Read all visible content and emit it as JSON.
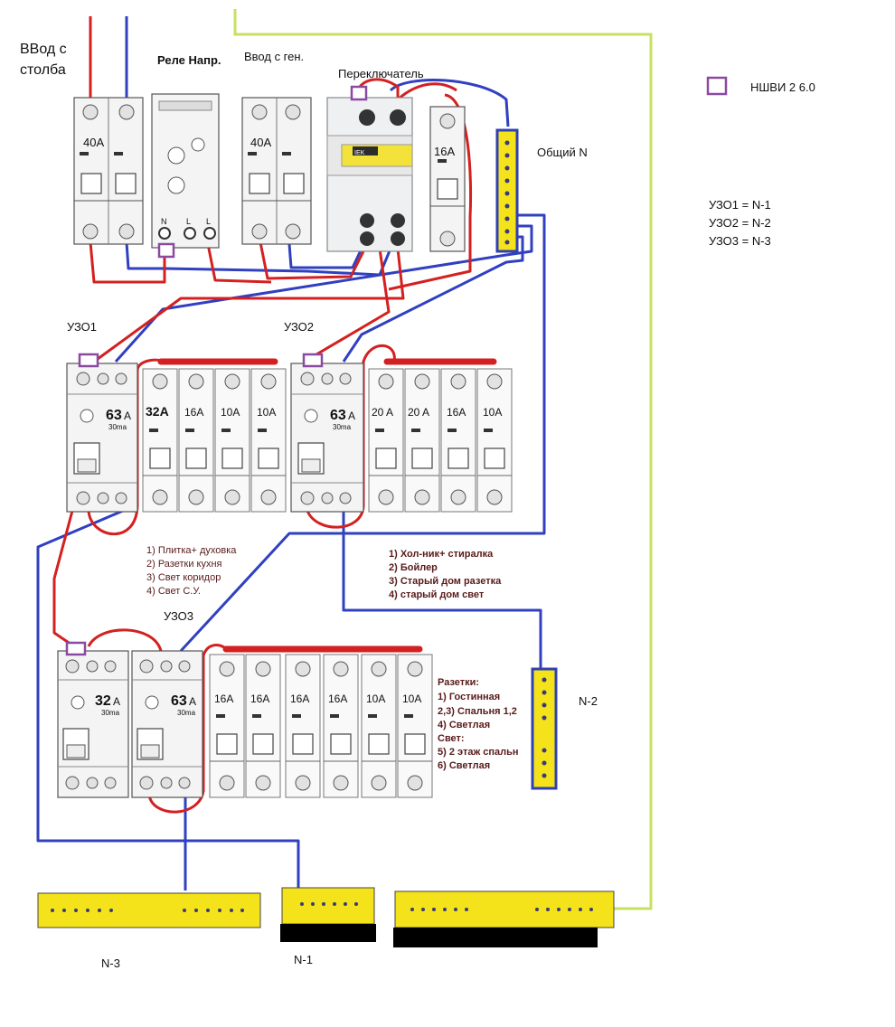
{
  "labels": {
    "input_pole_1": "ВВод с",
    "input_pole_2": "столба",
    "relay": "Реле Напр.",
    "gen_input": "Ввод с ген.",
    "switch": "Переключатель",
    "legend_ferrule": "НШВИ 2 6.0",
    "common_n": "Общий N",
    "rcd1": "УЗО1",
    "rcd2": "УЗО2",
    "rcd3": "УЗО3",
    "n1": "N-1",
    "n2": "N-2",
    "n3": "N-3"
  },
  "mapping": [
    "УЗО1 = N-1",
    "УЗО2 = N-2",
    "УЗО3 = N-3"
  ],
  "top_breakers": {
    "pole_input": "40A",
    "gen_input": "40A",
    "single": "16A",
    "relay_terminals": [
      "N",
      "L",
      "L"
    ]
  },
  "rcd_rating": {
    "rcd1_amp": "63",
    "rcd1_unit": "A",
    "rcd1_ma": "30ma",
    "rcd2_amp": "63",
    "rcd2_unit": "A",
    "rcd2_ma": "30ma",
    "rcd3a_amp": "32",
    "rcd3a_unit": "A",
    "rcd3a_ma": "30ma",
    "rcd3b_amp": "63",
    "rcd3b_unit": "A",
    "rcd3b_ma": "30ma"
  },
  "group1_breakers": [
    "32A",
    "16A",
    "10A",
    "10A"
  ],
  "group2_breakers": [
    "20 A",
    "20 A",
    "16A",
    "10A"
  ],
  "group3_breakers": [
    "16A",
    "16A",
    "16A",
    "16A",
    "10A",
    "10A"
  ],
  "notes1": [
    "1) Плитка+ духовка",
    "2) Разетки кухня",
    "3) Свет коридор",
    "4) Свет С.У."
  ],
  "notes2": [
    "1) Хол-ник+ стиралка",
    "2) Бойлер",
    "3) Старый дом разетка",
    "4) старый дом свет"
  ],
  "notes3": [
    "Разетки:",
    "1) Гостинная",
    "2,3) Спальня 1,2",
    "4) Светлая",
    "Свет:",
    "5) 2 этаж спальн",
    "6) Светлая"
  ],
  "switch_brand": "IEK"
}
